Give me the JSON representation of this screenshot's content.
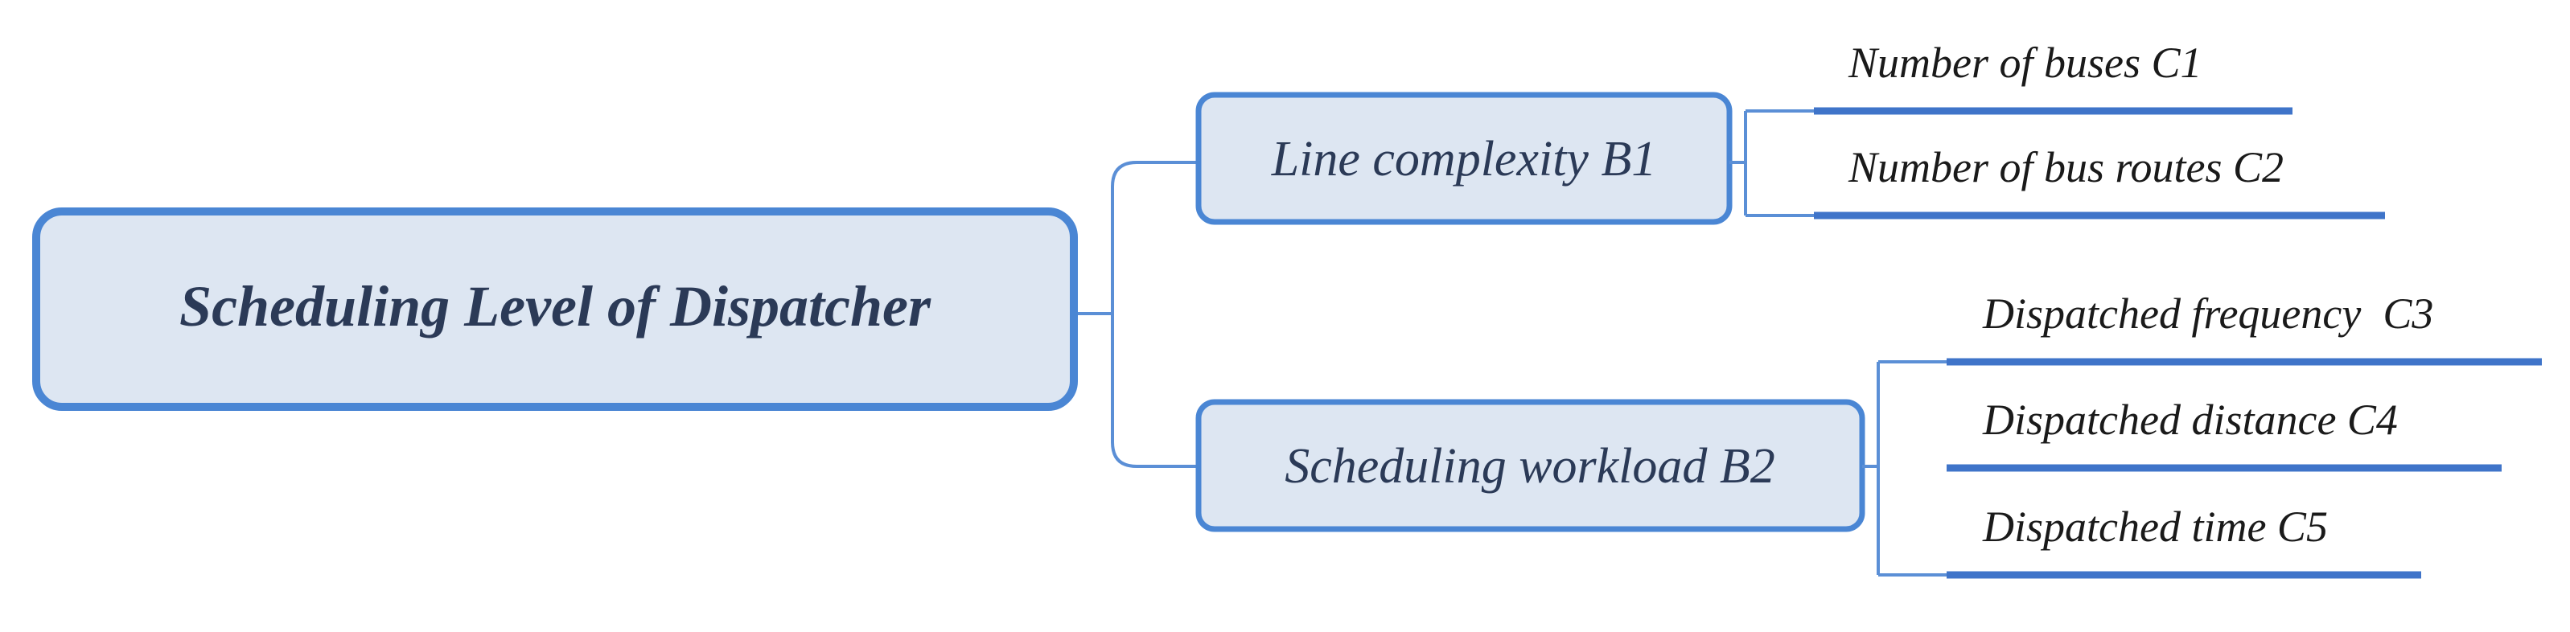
{
  "root": {
    "label": "Scheduling Level of Dispatcher"
  },
  "branches": [
    {
      "label": "Line complexity B1",
      "leaves": [
        {
          "label": "Number of buses C1"
        },
        {
          "label": "Number of bus routes C2"
        }
      ]
    },
    {
      "label": "Scheduling workload B2",
      "leaves": [
        {
          "label": "Dispatched frequency  C3"
        },
        {
          "label": "Dispatched distance C4"
        },
        {
          "label": "Dispatched time C5"
        }
      ]
    }
  ],
  "colors": {
    "box_fill": "#dde6f2",
    "box_stroke": "#4a86d4",
    "connector": "#5b8fd6",
    "underline": "#3f74c9",
    "text": "#2b3a57"
  }
}
